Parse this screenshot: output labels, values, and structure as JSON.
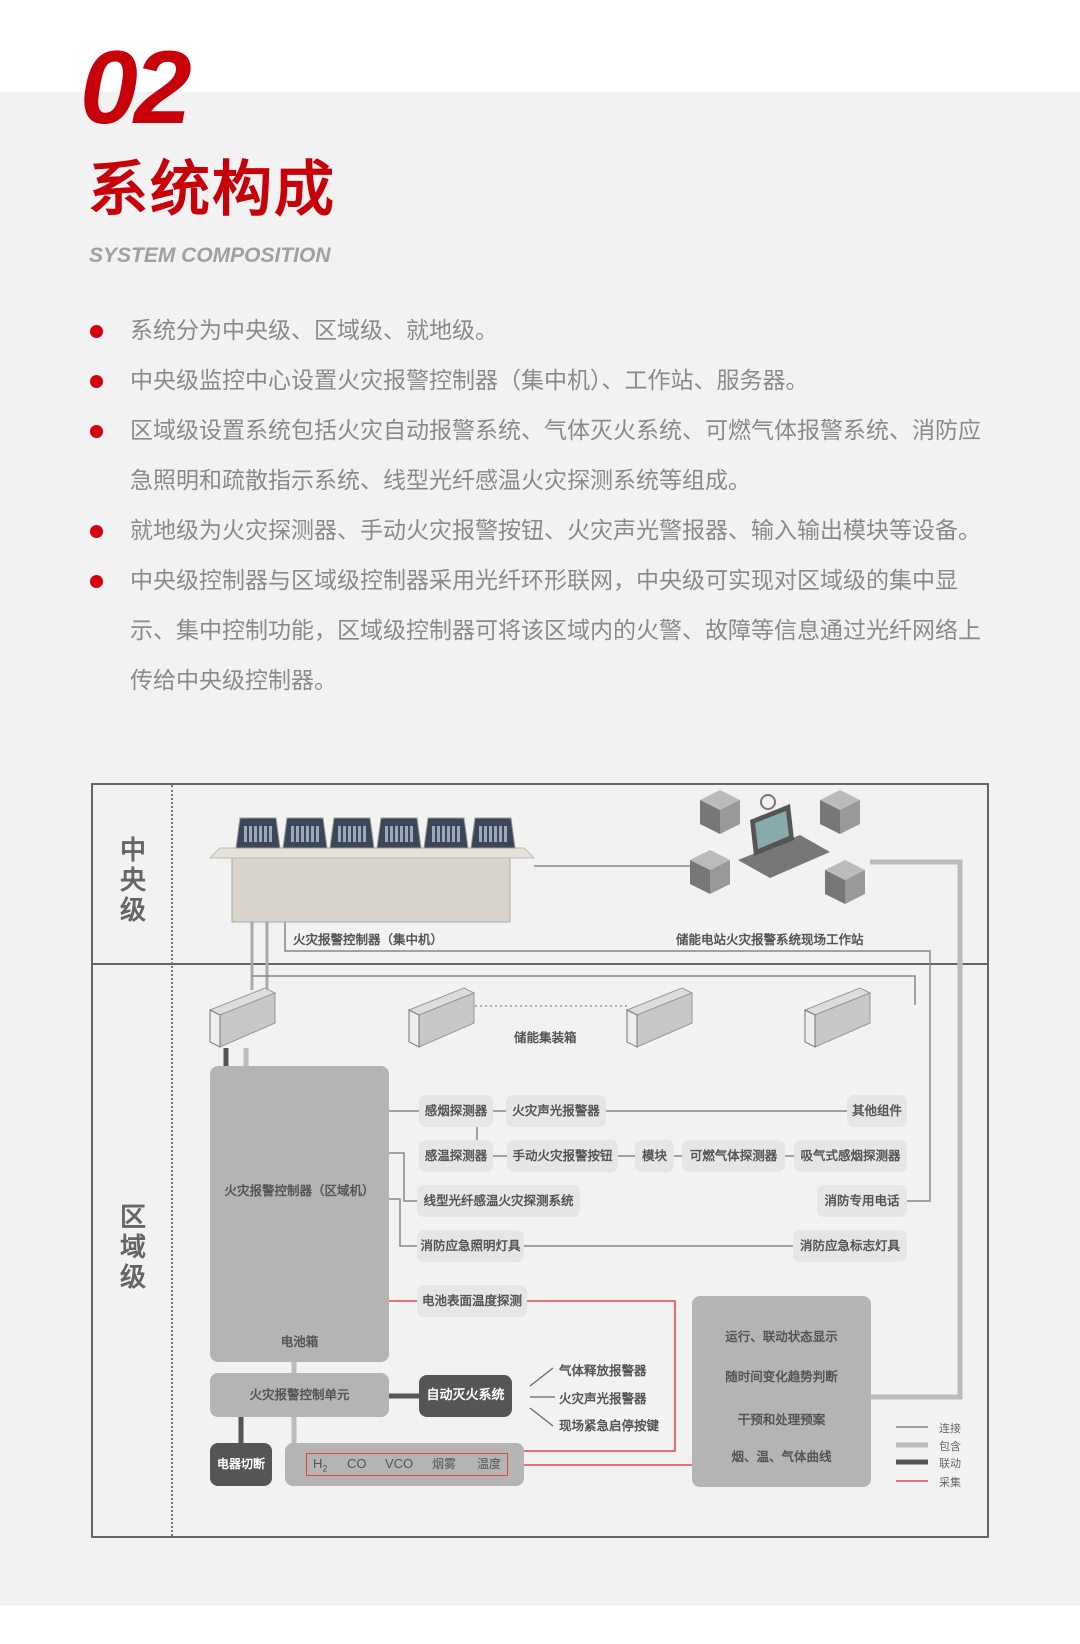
{
  "header": {
    "number": "02",
    "title": "系统构成",
    "subtitle": "SYSTEM COMPOSITION"
  },
  "bullets": [
    "系统分为中央级、区域级、就地级。",
    "中央级监控中心设置火灾报警控制器（集中机）、工作站、服务器。",
    "区域级设置系统包括火灾自动报警系统、气体灭火系统、可燃气体报警系统、消防应急照明和疏散指示系统、线型光纤感温火灾探测系统等组成。",
    "就地级为火灾探测器、手动火灾报警按钮、火灾声光警报器、输入输出模块等设备。",
    "中央级控制器与区域级控制器采用光纤环形联网，中央级可实现对区域级的集中显示、集中控制功能，区域级控制器可将该区域内的火警、故障等信息通过光纤网络上传给中央级控制器。"
  ],
  "diagram": {
    "zone_central": "中央级",
    "zone_regional": "区域级",
    "central_controller": "火灾报警控制器（集中机）",
    "workstation": "储能电站火灾报警系统现场工作站",
    "containers": "储能集装箱",
    "regional_controller": "火灾报警控制器（区域机）",
    "battery_box": "电池箱",
    "control_unit": "火灾报警控制单元",
    "auto_extinguish": "自动灭火系统",
    "extinguish_items": [
      "气体释放报警器",
      "火灾声光报警器",
      "现场紧急启停按键"
    ],
    "power_cut": "电器切断",
    "sensors": {
      "h2": "H",
      "h2_sub": "2",
      "co": "CO",
      "vco": "VCO",
      "smoke": "烟雾",
      "temp": "温度"
    },
    "pills": {
      "smoke_detector": "感烟探测器",
      "sound_light_alarm": "火灾声光报警器",
      "other": "其他组件",
      "heat_detector": "感温探测器",
      "manual_button": "手动火灾报警按钮",
      "module": "模块",
      "gas_detector": "可燃气体探测器",
      "aspirating": "吸气式感烟探测器",
      "linear_fiber": "线型光纤感温火灾探测系统",
      "fire_phone": "消防专用电话",
      "emergency_light": "消防应急照明灯具",
      "sign_light": "消防应急标志灯具",
      "battery_temp": "电池表面温度探测"
    },
    "functions": [
      "运行、联动状态显示",
      "随时间变化趋势判断",
      "干预和处理预案",
      "烟、温、气体曲线"
    ],
    "legend": [
      {
        "label": "连接",
        "color": "#888888"
      },
      {
        "label": "包含",
        "color": "#bbbbbb"
      },
      {
        "label": "联动",
        "color": "#555555"
      },
      {
        "label": "采集",
        "color": "#e8404a"
      }
    ]
  }
}
